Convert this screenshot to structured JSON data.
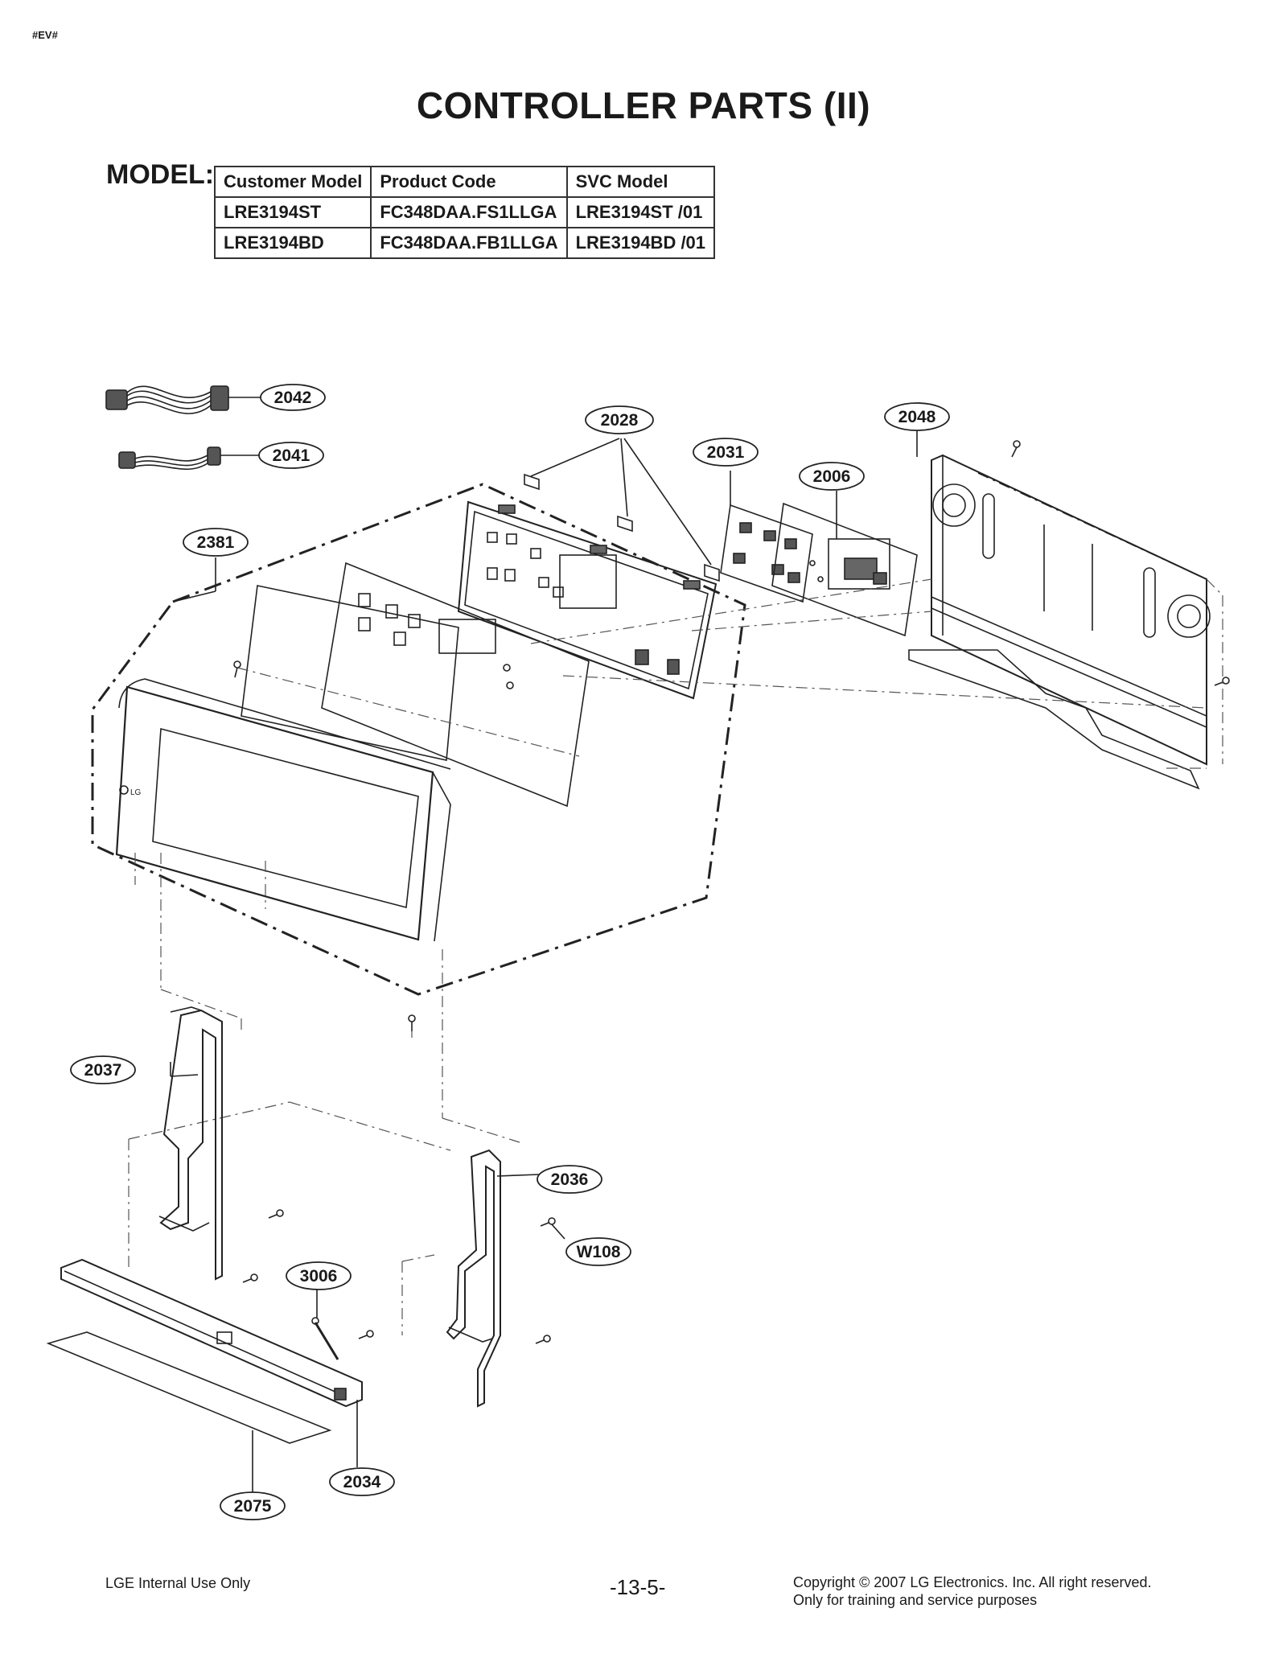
{
  "corner_tag": "#EV#",
  "title": "CONTROLLER PARTS (II)",
  "model": {
    "label": "MODEL:",
    "headers": [
      "Customer Model",
      "Product Code",
      "SVC Model"
    ],
    "rows": [
      [
        "LRE3194ST",
        "FC348DAA.FS1LLGA",
        "LRE3194ST /01"
      ],
      [
        "LRE3194BD",
        "FC348DAA.FB1LLGA",
        "LRE3194BD /01"
      ]
    ]
  },
  "callouts": {
    "c2042": "2042",
    "c2041": "2041",
    "c2028": "2028",
    "c2031": "2031",
    "c2006": "2006",
    "c2048": "2048",
    "c2381": "2381",
    "c2037": "2037",
    "c2036": "2036",
    "cW108": "W108",
    "c3006": "3006",
    "c2034": "2034",
    "c2075": "2075"
  },
  "footer": {
    "left": "LGE Internal Use Only",
    "page": "-13-5-",
    "copyright_line1": "Copyright © 2007 LG Electronics. Inc. All right reserved.",
    "copyright_line2": "Only for training and service purposes"
  },
  "brand_mark": "LG"
}
